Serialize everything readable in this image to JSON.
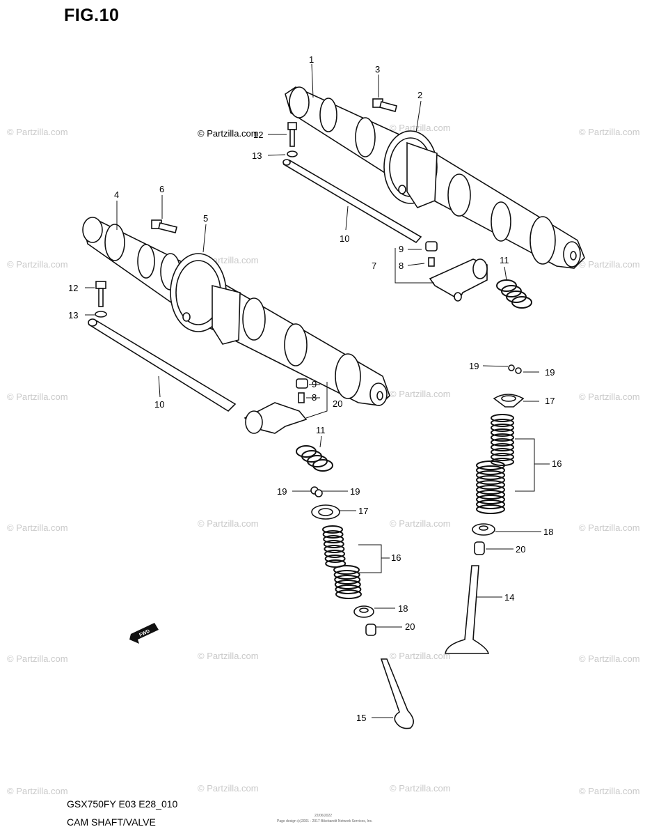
{
  "figure_title": "FIG.10",
  "copyright_mark": "© Partzilla.com",
  "watermark": "© Partzilla.com",
  "callouts": [
    "1",
    "2",
    "3",
    "4",
    "5",
    "6",
    "7",
    "8",
    "9",
    "10",
    "11",
    "12",
    "13",
    "14",
    "15",
    "16",
    "17",
    "18",
    "19",
    "20"
  ],
  "fwd_label": "FWD",
  "model_code": "GSX750FY E03 E28_010",
  "section_name": "CAM SHAFT/VALVE",
  "footer_code": "22/06/2022",
  "footer_copyright": "Page design (c)2001 - 2017 Bikebandit Network Services, Inc."
}
